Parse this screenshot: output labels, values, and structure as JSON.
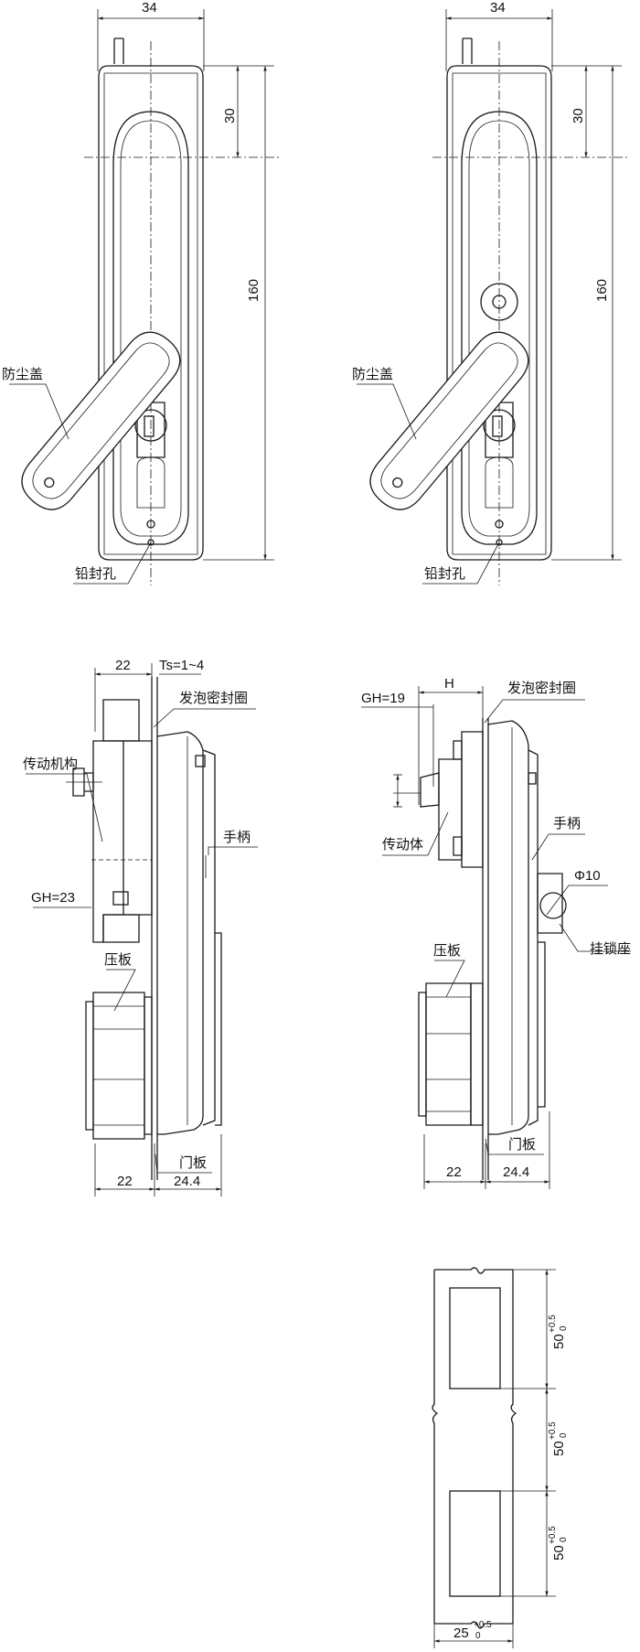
{
  "front_left": {
    "dim_width": "34",
    "dim_top": "30",
    "dim_height": "160",
    "label_dust_cover": "防尘盖",
    "label_seal_hole": "铅封孔"
  },
  "front_right": {
    "dim_width": "34",
    "dim_top": "30",
    "dim_height": "160",
    "label_dust_cover": "防尘盖",
    "label_seal_hole": "铅封孔"
  },
  "side_left": {
    "dim_22_top": "22",
    "dim_ts": "Ts=1~4",
    "label_foam_seal": "发泡密封圈",
    "label_mechanism": "传动机构",
    "label_handle": "手柄",
    "dim_gh": "GH=23",
    "label_press_plate": "压板",
    "label_door_panel": "门板",
    "dim_22_bottom": "22",
    "dim_24_4": "24.4"
  },
  "side_right": {
    "dim_h": "H",
    "dim_gh": "GH=19",
    "label_foam_seal": "发泡密封圈",
    "label_transmission": "传动体",
    "label_handle": "手柄",
    "dim_phi": "Φ10",
    "label_padlock_seat": "挂锁座",
    "label_press_plate": "压板",
    "label_door_panel": "门板",
    "dim_22_bottom": "22",
    "dim_24_4": "24.4"
  },
  "cutout": {
    "dim_50_a": "50",
    "dim_50_b": "50",
    "dim_50_c": "50",
    "tol_upper": "+0.5",
    "tol_lower": "0",
    "dim_25": "25"
  }
}
